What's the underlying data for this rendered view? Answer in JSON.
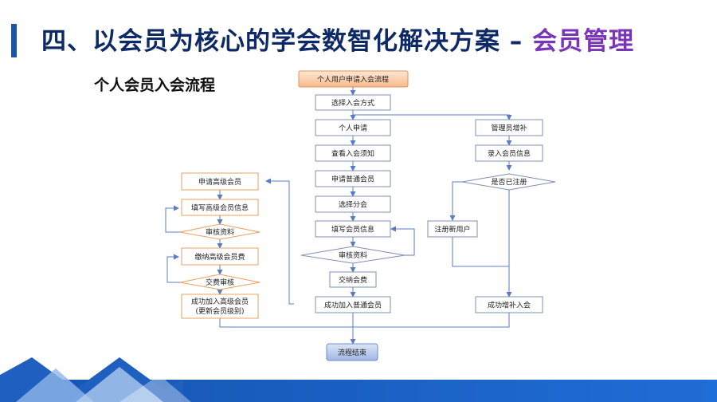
{
  "title": {
    "prefix": "四、以会员为核心的学会数智化解决方案 – ",
    "highlight": "会员管理"
  },
  "subtitle": "个人会员入会流程",
  "colors": {
    "title": "#0e2a66",
    "accent": "#7a34b8",
    "brand_blue": "#1a56a8",
    "blue_border": "#7f8fb4",
    "orange_border": "#e8a060",
    "arrow": "#5b7cc4"
  },
  "nodes": {
    "start": "个人用户申请入会流程",
    "choose_method": "选择入会方式",
    "personal_apply": "个人申请",
    "read_notice": "查看入会须知",
    "apply_regular": "申请普通会员",
    "choose_branch": "选择分会",
    "fill_info": "填写会员信息",
    "review": "审核资料",
    "pay_fee": "交纳会费",
    "join_regular": "成功加入普通会员",
    "admin_add": "管理员增补",
    "enter_info": "录入会员信息",
    "registered_q": "是否已注册",
    "register_user": "注册新用户",
    "add_success": "成功增补入会",
    "apply_senior": "申请高级会员",
    "fill_senior": "填写高级会员信息",
    "senior_review": "审核资料",
    "pay_senior": "缴纳高级会员费",
    "pay_review": "交费审核",
    "join_senior_1": "成功加入高级会员",
    "join_senior_2": "(更新会员级别)",
    "end": "流程结束"
  }
}
